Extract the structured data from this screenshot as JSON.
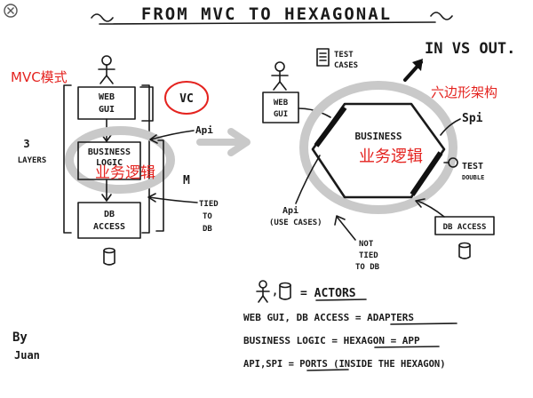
{
  "title": "FROM MVC TO HEXAGONAL",
  "mvc": {
    "heading": "MVC模式",
    "layers_count": "3",
    "layers_label": "LAYERS",
    "web_gui": [
      "WEB",
      "GUI"
    ],
    "vc": "VC",
    "api": "Api",
    "business": [
      "BUSINESS",
      "LOGIC"
    ],
    "business_cn": "业务逻辑",
    "m": "M",
    "tied": [
      "TIED",
      "TO",
      "DB"
    ],
    "db_access": [
      "DB",
      "ACCESS"
    ]
  },
  "hex": {
    "in_vs_out": "IN VS OUT.",
    "heading": "六边形架构",
    "test_cases": [
      "TEST",
      "CASES"
    ],
    "web_gui": [
      "WEB",
      "GUI"
    ],
    "spi": "Spi",
    "business": "BUSINESS",
    "business_cn": "业务逻辑",
    "test_double": [
      "TEST",
      "DOUBLE"
    ],
    "api_use_cases": [
      "Api",
      "(USE CASES)"
    ],
    "db_access": "DB ACCESS",
    "not_tied": [
      "NOT",
      "TIED",
      "TO DB"
    ]
  },
  "legend": {
    "actors": "= ACTORS",
    "adapters": "WEB GUI, DB ACCESS = ADAPTERS",
    "hexagon": "BUSINESS LOGIC = HEXAGON = APP",
    "ports": "API,SPI = PORTS (INSIDE THE HEXAGON)"
  },
  "signature": [
    "By",
    "Juan"
  ]
}
